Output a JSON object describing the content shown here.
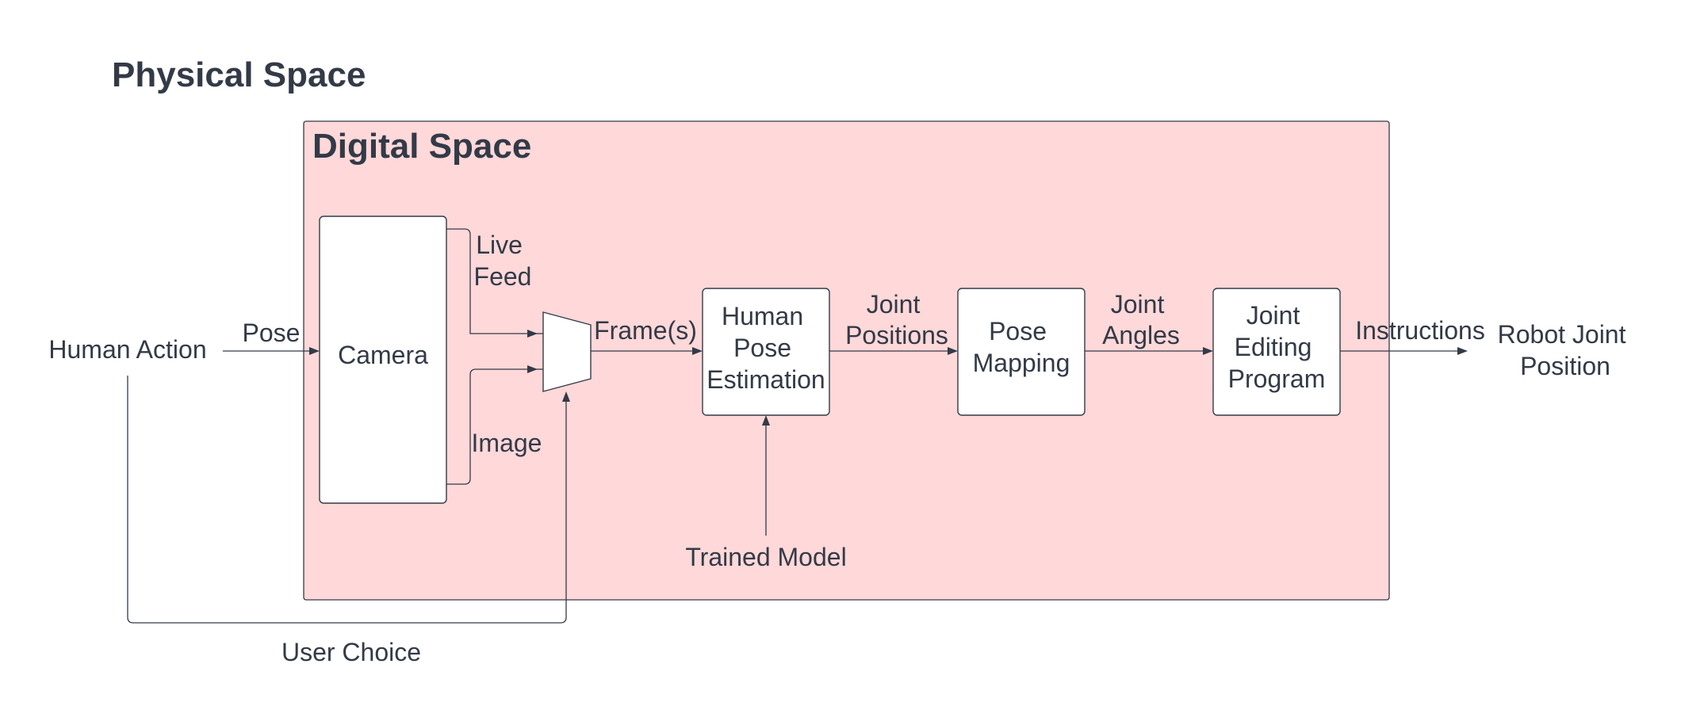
{
  "titles": {
    "physical_space": "Physical Space",
    "digital_space": "Digital Space"
  },
  "nodes": {
    "human_action": "Human Action",
    "camera": "Camera",
    "human_pose_estimation": [
      "Human",
      "Pose",
      "Estimation"
    ],
    "pose_mapping": [
      "Pose",
      "Mapping"
    ],
    "joint_editing_program": [
      "Joint",
      "Editing",
      "Program"
    ],
    "robot_joint_position": [
      "Robot Joint",
      "Position"
    ],
    "trained_model": "Trained Model"
  },
  "edges": {
    "pose": "Pose",
    "live_feed": [
      "Live",
      "Feed"
    ],
    "image": "Image",
    "frames": "Frame(s)",
    "joint_positions": [
      "Joint",
      "Positions"
    ],
    "joint_angles": [
      "Joint",
      "Angles"
    ],
    "instructions": "Instructions",
    "user_choice": "User Choice"
  },
  "colors": {
    "digital_space_fill": "#ffd8d9",
    "stroke": "#333a47",
    "text": "#333a47",
    "node_fill": "#ffffff"
  }
}
